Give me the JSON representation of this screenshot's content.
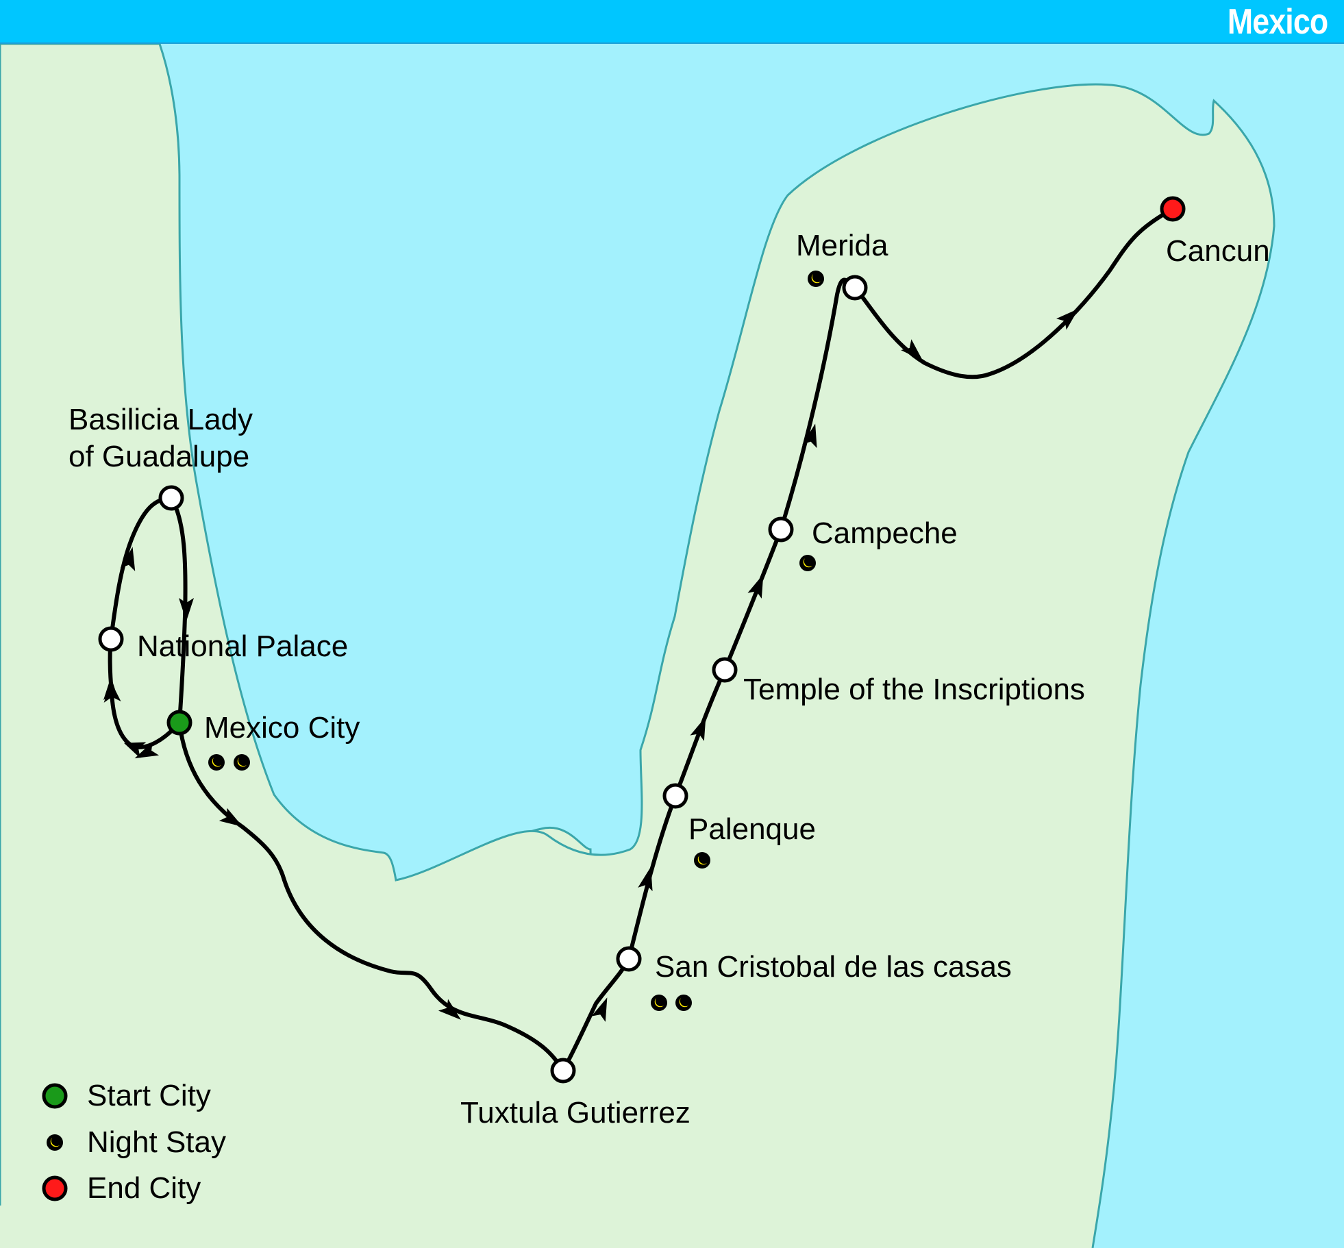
{
  "header": {
    "title": "Mexico"
  },
  "colors": {
    "sea": "#a3f1fd",
    "land": "#ddf3d8",
    "coast": "#3aa6aa",
    "header": "#00c6ff",
    "route": "#000000",
    "stop": "#ffffff",
    "start": "#1a9a1a",
    "end": "#ff1a1a",
    "moon": "#ffeb00"
  },
  "stops": [
    {
      "name": "Mexico City",
      "type": "start",
      "nights": 2
    },
    {
      "name": "National Palace",
      "type": "stop",
      "nights": 0
    },
    {
      "name": "Basilicia Lady of Guadalupe",
      "lines": [
        "Basilicia Lady",
        "of Guadalupe"
      ],
      "type": "stop",
      "nights": 0
    },
    {
      "name": "Tuxtula Gutierrez",
      "type": "stop",
      "nights": 0
    },
    {
      "name": "San Cristobal de las casas",
      "type": "stop",
      "nights": 2
    },
    {
      "name": "Palenque",
      "type": "stop",
      "nights": 1
    },
    {
      "name": "Temple of the Inscriptions",
      "type": "stop",
      "nights": 0
    },
    {
      "name": "Campeche",
      "type": "stop",
      "nights": 1
    },
    {
      "name": "Merida",
      "type": "stop",
      "nights": 1
    },
    {
      "name": "Cancun",
      "type": "end",
      "nights": 0
    }
  ],
  "legend": {
    "start": {
      "label": "Start City",
      "icon": "green-dot-icon"
    },
    "night": {
      "label": "Night Stay",
      "icon": "moon-icon"
    },
    "end": {
      "label": "End City",
      "icon": "red-dot-icon"
    }
  }
}
